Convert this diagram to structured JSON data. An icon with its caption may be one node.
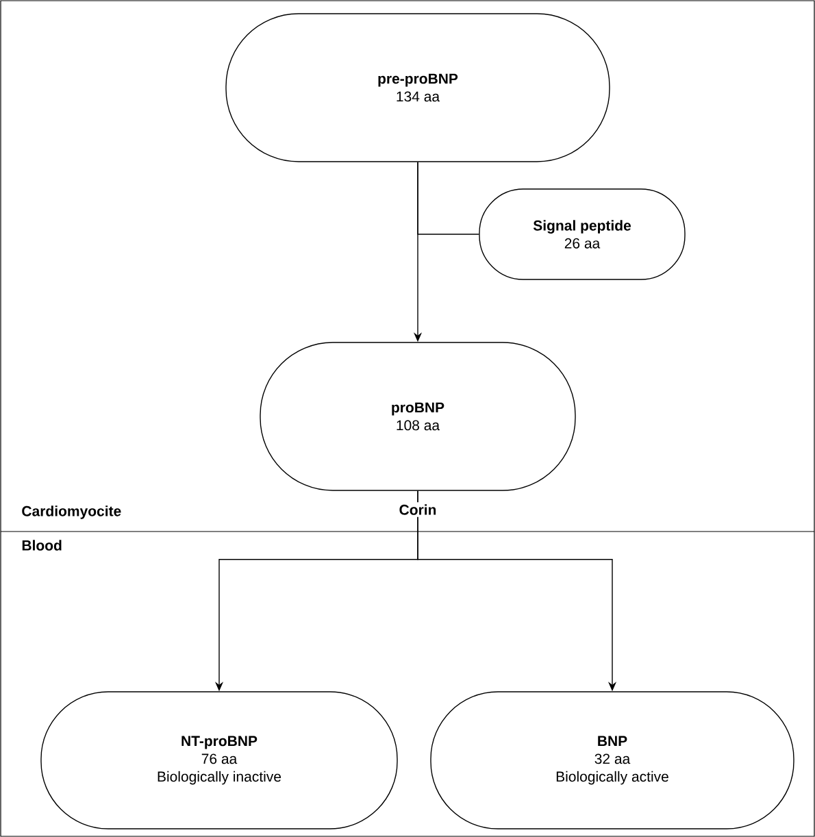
{
  "diagram": {
    "nodes": [
      {
        "text": [
          "pre-proBNP",
          "134 aa"
        ]
      },
      {
        "text": [
          "Signal peptide",
          "26 aa"
        ]
      },
      {
        "text": [
          "proBNP",
          "108 aa"
        ]
      },
      {
        "text": [
          "NT-proBNP",
          "76 aa",
          "Biologically inactive"
        ]
      },
      {
        "text": [
          "BNP",
          "32 aa",
          "Biologically active"
        ]
      }
    ],
    "edges": [
      {
        "from": 0,
        "to": 2,
        "arrow": "to"
      },
      {
        "from": 0,
        "to": 1,
        "arrow": "none"
      },
      {
        "from": 2,
        "to": 3,
        "arrow": "to"
      },
      {
        "from": 2,
        "to": 4,
        "arrow": "to"
      }
    ],
    "labels": [
      "Cardiomyocite",
      "Corin",
      "Blood"
    ]
  }
}
